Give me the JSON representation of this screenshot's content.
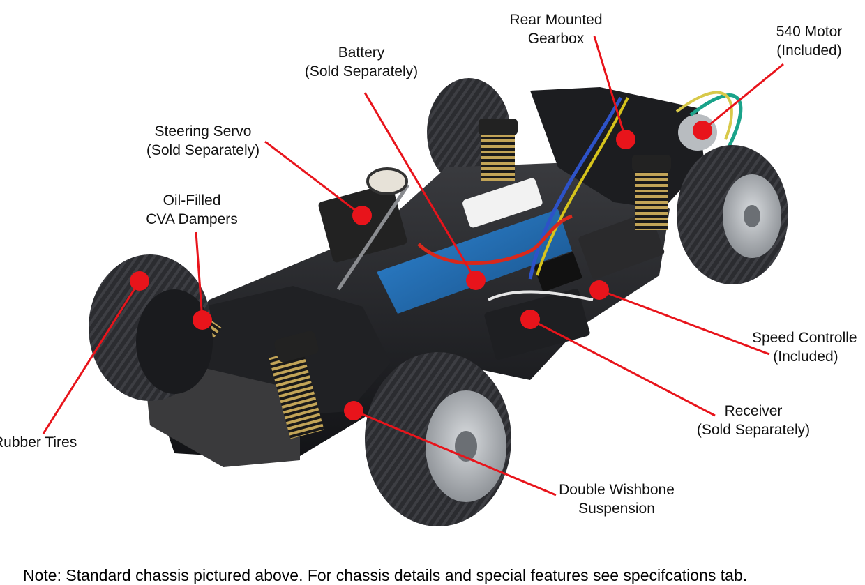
{
  "callouts": [
    {
      "id": "rear-mounted-gearbox",
      "lines": [
        "Rear Mounted",
        "Gearbox"
      ]
    },
    {
      "id": "540-motor",
      "lines": [
        "540 Motor",
        "(Included)"
      ]
    },
    {
      "id": "battery",
      "lines": [
        "Battery",
        "(Sold Separately)"
      ]
    },
    {
      "id": "steering-servo",
      "lines": [
        "Steering Servo",
        "(Sold Separately)"
      ]
    },
    {
      "id": "oil-filled-cva-dampers",
      "lines": [
        "Oil-Filled",
        "CVA Dampers"
      ]
    },
    {
      "id": "rubber-tires",
      "lines": [
        "Rubber Tires"
      ]
    },
    {
      "id": "speed-controller",
      "lines": [
        "Speed Controlle",
        "(Included)"
      ]
    },
    {
      "id": "receiver",
      "lines": [
        "Receiver",
        "(Sold Separately)"
      ]
    },
    {
      "id": "double-wishbone-suspension",
      "lines": [
        "Double Wishbone",
        "Suspension"
      ]
    }
  ],
  "note": "Note: Standard chassis pictured above. For chassis details and special features see specifcations tab.",
  "colors": {
    "leader": "#e8141b",
    "dot": "#e8141b",
    "chassis": "#1b1c1f",
    "tire": "#2a2b2e",
    "rim": "#a9adb2",
    "spring": "#b89a4a",
    "battery": "#1f6fb8"
  }
}
